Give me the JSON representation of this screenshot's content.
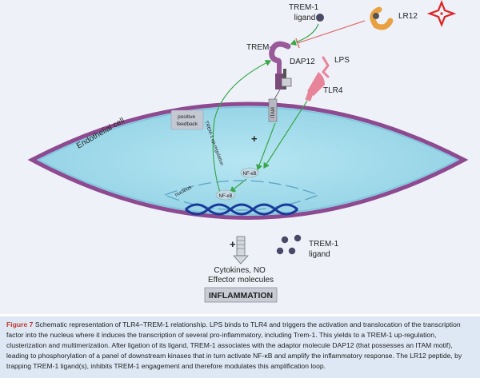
{
  "labels": {
    "trem1_ligand_top": [
      "TREM-1",
      "ligand"
    ],
    "lr12": "LR12",
    "trem1": "TREM-1",
    "dap12": "DAP12",
    "lps": "LPS",
    "tlr4": "TLR4",
    "itam": "ITAM",
    "endothelial_cell": "Endothelial cell",
    "positive_feedback": [
      "positive",
      "feedback"
    ],
    "up_regulation": "TREM-1 up-regulation",
    "plus_center": "+",
    "nfkb_upper": "NF-κB",
    "nucleus": "nucleus",
    "nfkb_nucleus": "NF-κB",
    "plus_bottom": "+",
    "trem1_ligand_bottom": [
      "TREM-1",
      "ligand"
    ],
    "outputs": [
      "Cytokines, NO",
      "Effector molecules"
    ],
    "inflammation": "INFLAMMATION"
  },
  "caption": {
    "figure_label": "Figure 7",
    "text": "Schematic representation of TLR4–TREM-1 relationship. LPS binds to TLR4 and triggers the activation and translocation of the transcription factor into the nucleus where it induces the transcription of several pro-inflammatory, including Trem-1. This yields to a TREM-1 up-regulation, clusterization and multimerization. After ligation of its ligand, TREM-1 associates with the adaptor molecule DAP12 (that possesses an ITAM motif), leading to phosphorylation of a panel of downstream kinases that in turn activate NF-κB and amplify the inflammatory response. The LR12 peptide, by trapping TREM-1 ligand(s), inhibits TREM-1 engagement and therefore modulates this amplification loop."
  },
  "colors": {
    "cell_fill": "#a8dcea",
    "cell_border": "#8e4a90",
    "trem1_receptor": "#9a5a9a",
    "tlr4_receptor": "#e8849a",
    "arrow_green": "#3aa648",
    "inhibit_red": "#e07070",
    "lr12_orange": "#e8a040",
    "star_red": "#e02020",
    "dna_blue": "#1a3a9a",
    "figure_label": "#c0392b"
  }
}
